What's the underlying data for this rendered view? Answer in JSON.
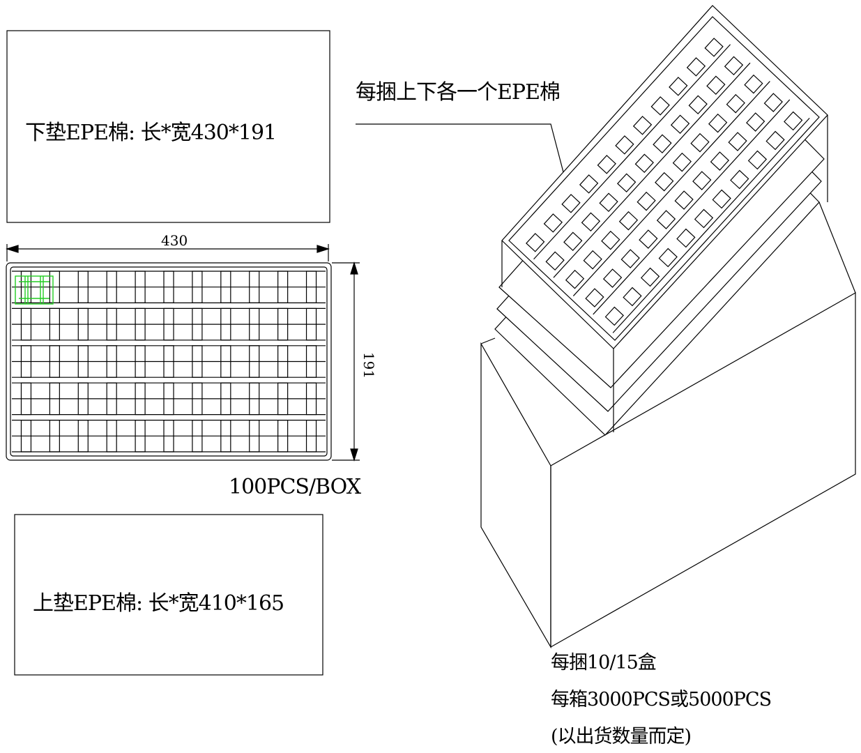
{
  "labels": {
    "bottom_pad": "下垫EPE棉: 长*宽430*191",
    "top_pad": "上垫EPE棉: 长*宽410*165",
    "bundle_note": "每捆上下各一个EPE棉",
    "box_count": "100PCS/BOX",
    "per_bundle": "每捆10/15盒",
    "per_carton": "每箱3000PCS或5000PCS",
    "depends": "(以出货数量而定)"
  },
  "dimensions": {
    "length": "430",
    "width": "191"
  },
  "tray": {
    "rows": 5,
    "columns": 11
  },
  "colors": {
    "line": "#000000",
    "highlight": "#22cc22"
  }
}
